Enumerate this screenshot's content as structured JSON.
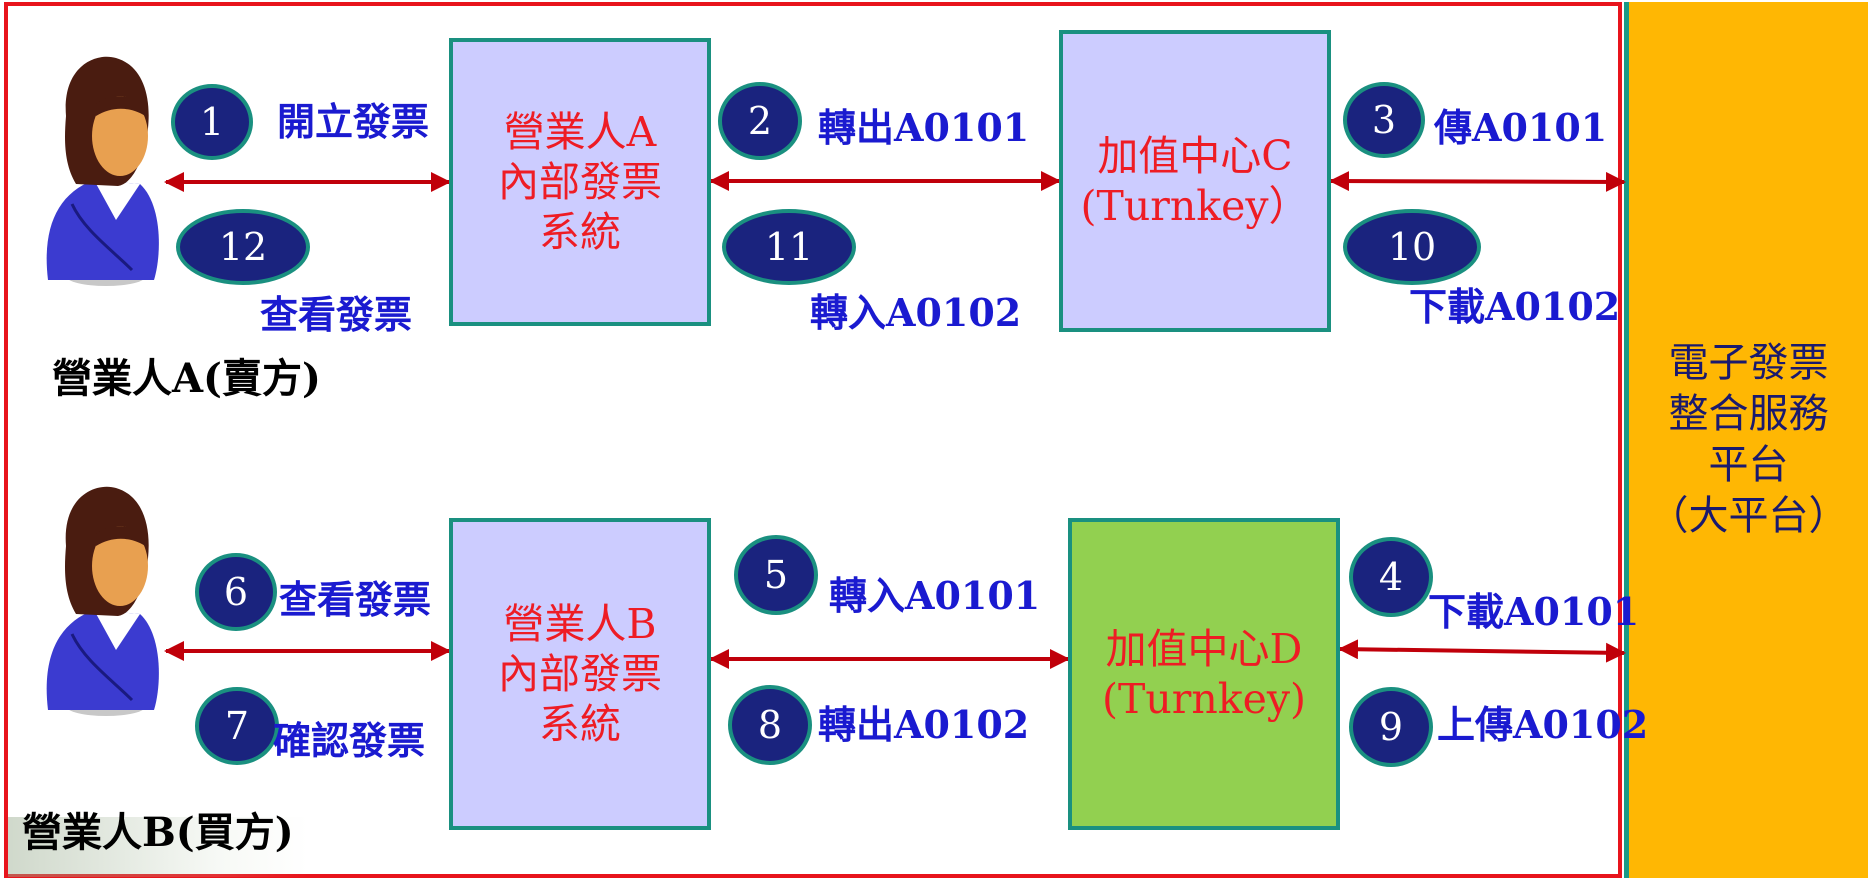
{
  "platform": {
    "lines": [
      "電子發票",
      "整合服務",
      "平台",
      "（大平台）"
    ]
  },
  "seller_label": "營業人A(賣方)",
  "buyer_label": "營業人B(買方)",
  "boxes": {
    "a": "營業人A\n內部發票\n系統",
    "c": "加值中心C\n(Turnkey）",
    "b": "營業人B\n內部發票\n系統",
    "d": "加值中心D\n(Turnkey)"
  },
  "steps": [
    {
      "num": "1",
      "label": "開立發票"
    },
    {
      "num": "2",
      "label": "轉出A0101"
    },
    {
      "num": "3",
      "label": "傳A0101"
    },
    {
      "num": "4",
      "label": "下載A0101"
    },
    {
      "num": "5",
      "label": "轉入A0101"
    },
    {
      "num": "6",
      "label": "查看發票"
    },
    {
      "num": "7",
      "label": "確認發票"
    },
    {
      "num": "8",
      "label": "轉出A0102"
    },
    {
      "num": "9",
      "label": "上傳A0102"
    },
    {
      "num": "10",
      "label": "下載A0102"
    },
    {
      "num": "11",
      "label": "轉入A0102"
    },
    {
      "num": "12",
      "label": "查看發票"
    }
  ],
  "colors": {
    "frame": "#e8141c",
    "platform": "#ffb703",
    "box_lavender": "#ccccff",
    "box_green": "#92d050",
    "box_text": "#ee1c24",
    "badge": "#1a237e",
    "label": "#1a1ad0",
    "arrow": "#c0000a"
  }
}
